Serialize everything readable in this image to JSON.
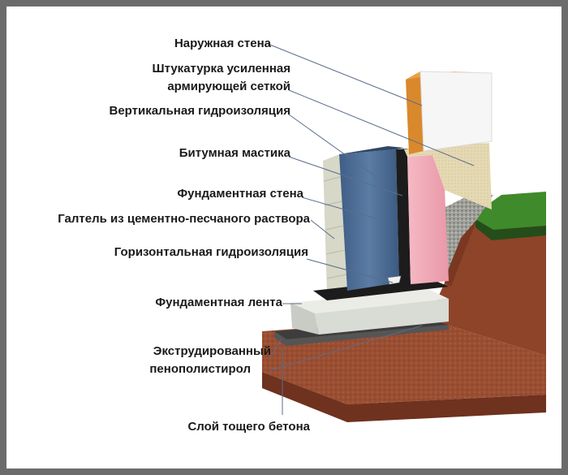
{
  "labels": {
    "outer_wall": "Наружная стена",
    "plaster_line1": "Штукатурка усиленная",
    "plaster_line2": "армирующей сеткой",
    "vertical_waterproofing": "Вертикальная гидроизоляция",
    "bitumen_mastic": "Битумная мастика",
    "foundation_wall": "Фундаментная стена",
    "fillet": "Галтель из цементно-песчаного раствора",
    "horizontal_waterproofing": "Горизонтальная гидроизоляция",
    "foundation_strip": "Фундаментная лента",
    "xps_line1": "Экструдированный",
    "xps_line2": "пенополистирол",
    "lean_concrete": "Слой тощего бетона"
  },
  "colors": {
    "frame": "#6b6b6b",
    "soil": "#9a4e32",
    "soil_dark": "#7c3a24",
    "grass": "#3f8a2b",
    "gravel": "#9c9c96",
    "concrete": "#d9dbd5",
    "blocks": "#d7d8c8",
    "waterproofing_blue": "#4d6e97",
    "bitumen_black": "#1c1c1c",
    "xps_pink": "#f1a8b5",
    "plaster": "#e5d9b3",
    "outer_wall_orange": "#d9892b",
    "outer_wall_white": "#f6f6f6"
  }
}
